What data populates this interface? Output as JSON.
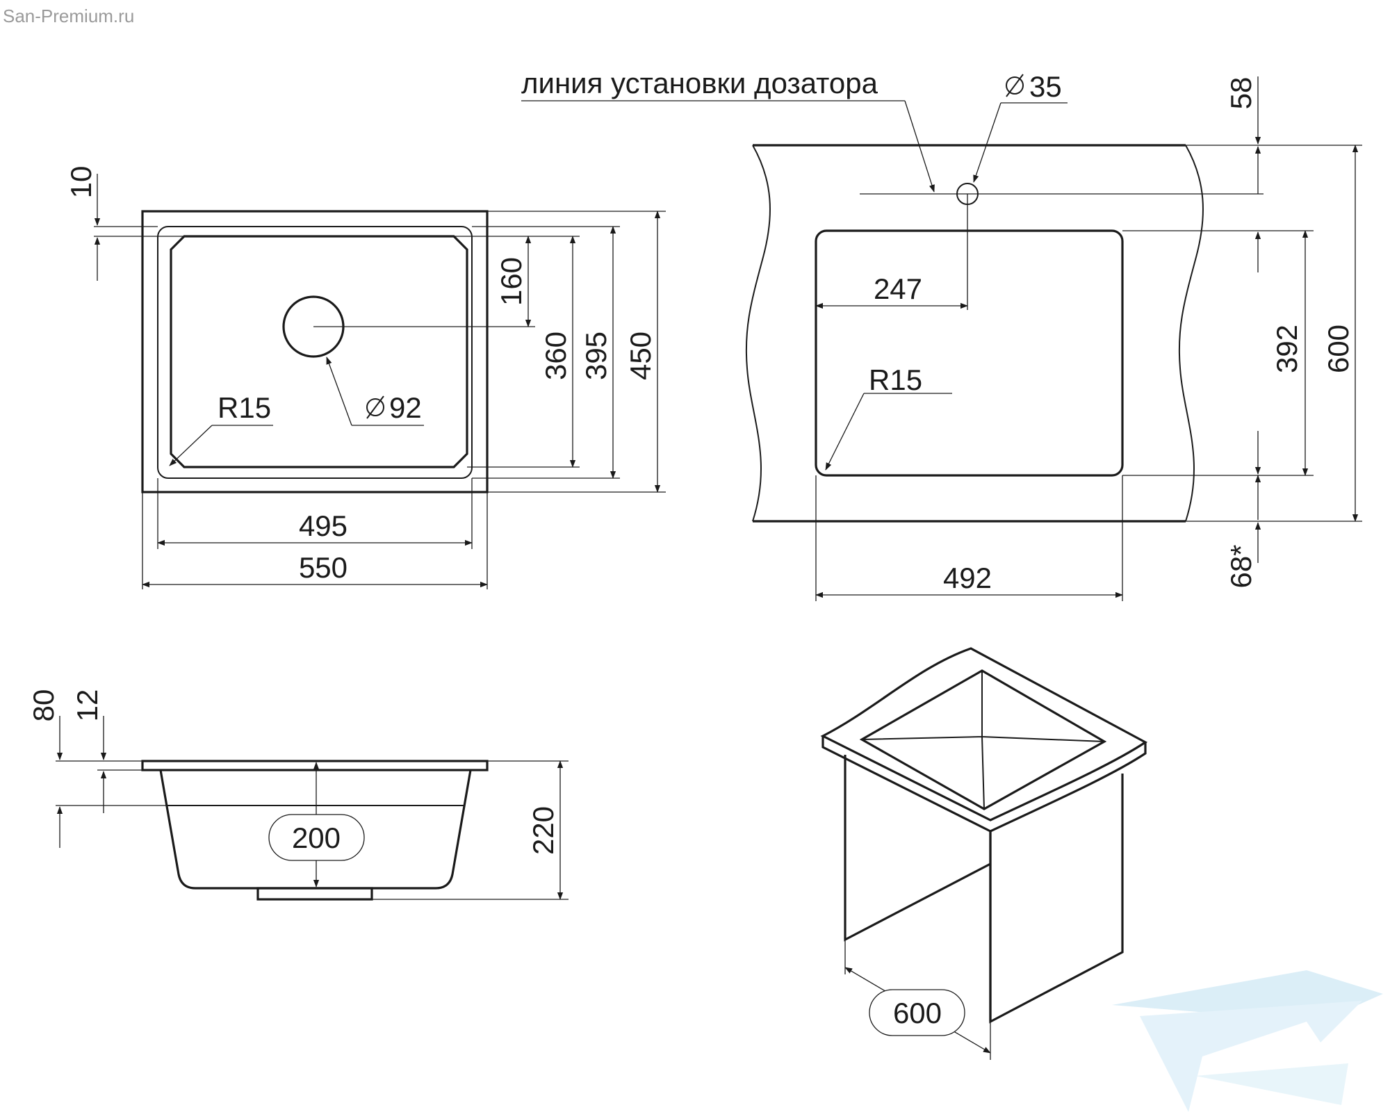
{
  "watermark": "San-Premium.ru",
  "top_view": {
    "dims": {
      "d10": "10",
      "d160": "160",
      "d360": "360",
      "d395": "395",
      "d450": "450",
      "d495": "495",
      "d550": "550",
      "radius": "R15",
      "drain": "92"
    }
  },
  "cutout_view": {
    "dispenser_line_label": "линия установки дозатора",
    "dims": {
      "hole": "35",
      "d58": "58",
      "d247": "247",
      "radius": "R15",
      "d392": "392",
      "d600": "600",
      "d68": "68*",
      "d492": "492"
    }
  },
  "side_view": {
    "dims": {
      "d80": "80",
      "d12": "12",
      "d200": "200",
      "d220": "220"
    }
  },
  "cabinet_view": {
    "dims": {
      "width": "600"
    }
  },
  "colors": {
    "line": "#1a1a1a",
    "watermark_logo": "#bfe1f2"
  }
}
